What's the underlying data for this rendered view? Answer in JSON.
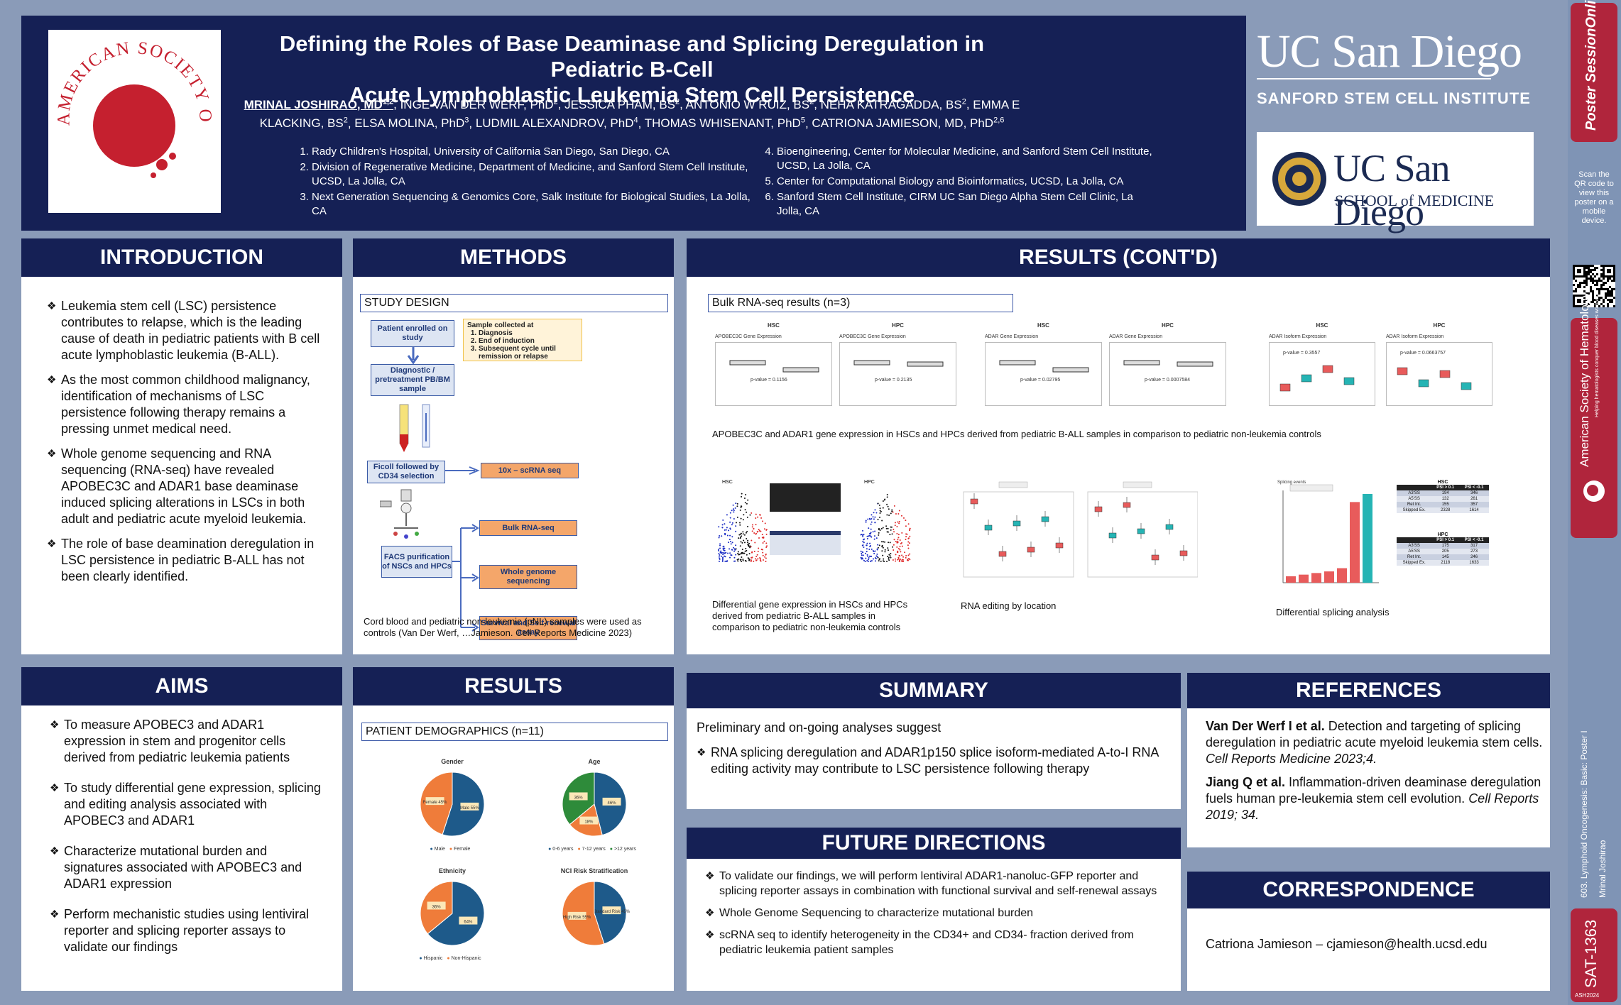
{
  "header": {
    "title_line1": "Defining the Roles of Base Deaminase and Splicing Deregulation in Pediatric B-Cell",
    "title_line2": "Acute Lymphoblastic Leukemia Stem Cell Persistence",
    "authors": [
      {
        "name": "MRINAL JOSHIRAO, MD",
        "sup": "1,2"
      },
      {
        "name": "INGE VAN DER WERF, PhD",
        "sup": "2"
      },
      {
        "name": "JESSICA PHAM, BS",
        "sup": "2"
      },
      {
        "name": "ANTONIO W RUIZ, BS",
        "sup": "2"
      },
      {
        "name": "NEHA KATRAGADDA, BS",
        "sup": "2"
      },
      {
        "name": "EMMA E KLACKING, BS",
        "sup": "2"
      },
      {
        "name": "ELSA MOLINA, PhD",
        "sup": "3"
      },
      {
        "name": "LUDMIL ALEXANDROV, PhD",
        "sup": "4"
      },
      {
        "name": "THOMAS WHISENANT, PhD",
        "sup": "5"
      },
      {
        "name": "CATRIONA JAMIESON, MD, PhD",
        "sup": "2,6"
      }
    ],
    "affiliations_left": [
      "Rady Children's Hospital, University of California San Diego, San Diego, CA",
      "Division of Regenerative Medicine, Department of Medicine, and Sanford Stem Cell Institute, UCSD, La Jolla, CA",
      "Next Generation Sequencing & Genomics Core, Salk Institute for Biological Studies, La Jolla, CA"
    ],
    "affiliations_right": [
      "Bioengineering, Center for Molecular Medicine, and Sanford Stem Cell Institute, UCSD, La Jolla, CA",
      "Center for Computational Biology and Bioinformatics, UCSD, La Jolla, CA",
      "Sanford Stem Cell Institute, CIRM UC San Diego Alpha Stem Cell Clinic, La Jolla, CA"
    ],
    "ash_logo_text": "AMERICAN SOCIETY OF HEMATOLOGY",
    "ucsd": "UC San Diego",
    "sanford": "SANFORD STEM CELL INSTITUTE",
    "som_ucsd": "UC San Diego",
    "som": "SCHOOL of MEDICINE"
  },
  "introduction": {
    "title": "INTRODUCTION",
    "bullets": [
      "Leukemia stem cell (LSC) persistence contributes to relapse, which is the leading cause of death in pediatric patients with B cell acute lymphoblastic leukemia (B-ALL).",
      "As the most  common childhood malignancy, identification of mechanisms of LSC persistence following therapy remains a pressing unmet medical need.",
      "Whole genome sequencing and RNA sequencing (RNA-seq) have revealed APOBEC3C and ADAR1 base deaminase induced splicing alterations in LSCs in both adult and pediatric acute myeloid leukemia.",
      "The role of base deamination deregulation in LSC persistence in pediatric B-ALL has not been clearly identified."
    ]
  },
  "methods": {
    "title": "METHODS",
    "label": "STUDY DESIGN",
    "flow": {
      "enrolled": "Patient enrolled on study",
      "diagnostic": "Diagnostic / pretreatment PB/BM sample",
      "ficoll": "Ficoll followed by CD34 selection",
      "facs": "FACS purification of NSCs and HPCs",
      "scrna": "10x – scRNA seq",
      "bulk": "Bulk RNA-seq",
      "wgs": "Whole genome sequencing",
      "survival": "Survival and Self-renewal assay",
      "samples_title": "Sample collected at",
      "samples": [
        "Diagnosis",
        "End of induction",
        "Subsequent cycle until remission or relapse"
      ]
    },
    "caption": "Cord blood and pediatric non-leukemic (pNL) samples were used as controls (Van Der Werf, …Jamieson. Cell Reports Medicine 2023)"
  },
  "results_cont": {
    "title": "RESULTS (CONT'D)",
    "label": "Bulk RNA-seq results (n=3)",
    "plots_top": [
      {
        "group": "HSC",
        "title": "APOBEC3C Gene Expression",
        "pval": "p-value = 0.1156"
      },
      {
        "group": "HPC",
        "title": "APOBEC3C Gene Expression",
        "pval": "p-value = 0.2135"
      },
      {
        "group": "HSC",
        "title": "ADAR Gene Expression",
        "pval": "p-value = 0.02795"
      },
      {
        "group": "HPC",
        "title": "ADAR Gene Expression",
        "pval": "p-value = 0.0007584"
      },
      {
        "group": "HSC",
        "title": "ADAR Isoform Expression",
        "pval": "p-value = 0.3557"
      },
      {
        "group": "HPC",
        "title": "ADAR Isoform Expression",
        "pval": "p-value = 0.0663757"
      }
    ],
    "caption_top": "APOBEC3C and ADAR1 gene expression in HSCs and HPCs derived from pediatric B-ALL samples in comparison to pediatric non-leukemia controls",
    "caption_de": "Differential gene expression in HSCs and HPCs derived from pediatric B-ALL samples in comparison to pediatric non-leukemia controls",
    "caption_editing": "RNA editing by location",
    "caption_splicing": "Differential splicing analysis",
    "volcano_labels": [
      "HSC",
      "HPC"
    ],
    "splicing_title": "Splicing events",
    "splicing_values": [
      8,
      10,
      12,
      14,
      18,
      100,
      110
    ],
    "table_hsc": {
      "title": "HSC",
      "head": [
        "",
        "PSI > 0.1",
        "PSI < -0.1"
      ],
      "rows": [
        [
          "A3'SS",
          "194",
          "346"
        ],
        [
          "A5'SS",
          "132",
          "261"
        ],
        [
          "Ret Int.",
          "155",
          "357"
        ],
        [
          "Skipped Ex.",
          "2328",
          "1614"
        ]
      ]
    },
    "table_hpc": {
      "title": "HPC",
      "head": [
        "",
        "PSI > 0.1",
        "PSI < -0.1"
      ],
      "rows": [
        [
          "A3'SS",
          "175",
          "317"
        ],
        [
          "A5'SS",
          "205",
          "273"
        ],
        [
          "Ret Int.",
          "145",
          "246"
        ],
        [
          "Skipped Ex.",
          "2118",
          "1633"
        ]
      ]
    }
  },
  "aims": {
    "title": "AIMS",
    "bullets": [
      "To measure APOBEC3 and ADAR1 expression in stem and progenitor cells derived from pediatric leukemia patients",
      "To study differential gene expression, splicing and editing analysis associated with APOBEC3 and ADAR1",
      "Characterize mutational burden and signatures associated with APOBEC3 and ADAR1 expression",
      "Perform mechanistic studies using lentiviral reporter and splicing reporter assays to validate our findings"
    ]
  },
  "results": {
    "title": "RESULTS",
    "label": "PATIENT DEMOGRAPHICS (n=11)",
    "pies": [
      {
        "title": "Gender",
        "legend": [
          "Male",
          "Female"
        ],
        "colors": [
          "#1e5a8a",
          "#ef7c3a"
        ],
        "values": [
          55,
          45
        ],
        "labels": [
          "Male 55%",
          "Female 45%"
        ]
      },
      {
        "title": "Age",
        "legend": [
          "0-6 years",
          "7-12 years",
          ">12 years"
        ],
        "colors": [
          "#1e5a8a",
          "#ef7c3a",
          "#2e8b3a"
        ],
        "values": [
          46,
          18,
          36
        ],
        "labels": [
          "46%",
          "18%",
          "36%"
        ]
      },
      {
        "title": "Ethnicity",
        "legend": [
          "Hispanic",
          "Non-Hispanic"
        ],
        "colors": [
          "#1e5a8a",
          "#ef7c3a"
        ],
        "values": [
          64,
          36
        ],
        "labels": [
          "64%",
          "36%"
        ]
      },
      {
        "title": "NCI Risk Stratification",
        "legend": [],
        "colors": [
          "#1e5a8a",
          "#ef7c3a"
        ],
        "values": [
          45,
          55
        ],
        "labels": [
          "Standard Risk 45%",
          "High Risk 55%"
        ]
      }
    ]
  },
  "summary": {
    "title": "SUMMARY",
    "intro": "Preliminary and on-going analyses suggest",
    "bullet": "RNA splicing deregulation and ADAR1p150 splice isoform-mediated A-to-I RNA editing activity may contribute to LSC persistence following therapy"
  },
  "future": {
    "title": "FUTURE DIRECTIONS",
    "bullets": [
      "To validate our findings, we will perform lentiviral ADAR1-nanoluc-GFP reporter and splicing reporter assays in combination with functional survival and self-renewal assays",
      "Whole Genome Sequencing to characterize mutational burden",
      "scRNA seq to identify heterogeneity in the CD34+ and CD34- fraction derived from pediatric leukemia patient samples"
    ]
  },
  "references": {
    "title": "REFERENCES",
    "items": [
      {
        "authors": "Van Der Werf I et al.",
        "text": " Detection and targeting of splicing deregulation in pediatric acute myeloid leukemia stem cells. ",
        "journal": "Cell Reports Medicine 2023;4."
      },
      {
        "authors": "Jiang Q et al.",
        "text": " Inflammation-driven deaminase deregulation fuels human pre-leukemia stem cell evolution. ",
        "journal": "Cell Reports 2019; 34."
      }
    ]
  },
  "correspondence": {
    "title": "CORRESPONDENCE",
    "text": "Catriona Jamieson – cjamieson@health.ucsd.edu"
  },
  "sidebar": {
    "poster": "Poster SessionOnline",
    "scan": "Scan the QR code to view this poster on a mobile device.",
    "ash": "American Society of Hematology",
    "ash_tag": "Helping hematologists conquer blood diseases worldwide",
    "session": "603. Lymphoid Oncogenesis: Basic: Poster I",
    "presenter": "Mrinal Joshirao",
    "code": "SAT-1363",
    "meeting": "ASH2024"
  }
}
